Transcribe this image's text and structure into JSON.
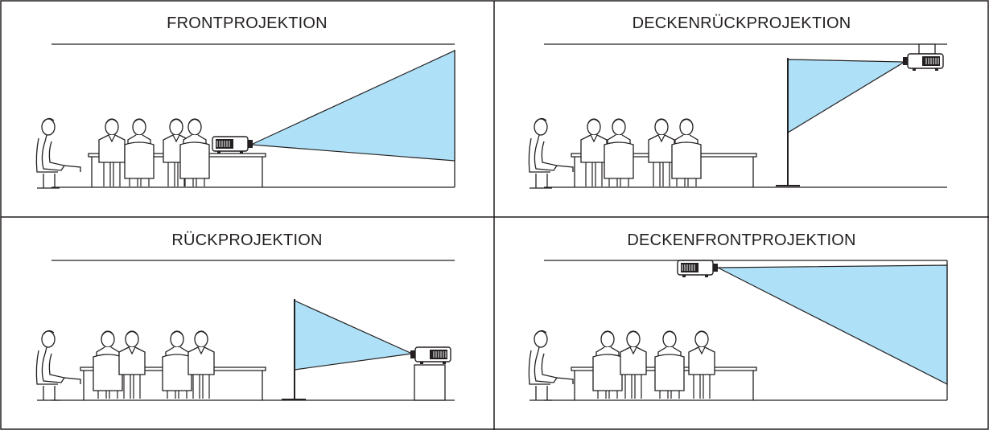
{
  "panels": [
    {
      "id": "front",
      "title": "FRONTPROJEKTION"
    },
    {
      "id": "ceiling_rear",
      "title": "DECKENRÜCKPROJEKTION"
    },
    {
      "id": "rear",
      "title": "RÜCKPROJEKTION"
    },
    {
      "id": "ceiling_front",
      "title": "DECKENFRONTPROJEKTION"
    }
  ],
  "colors": {
    "beam": "#aee1f7",
    "line": "#231f20",
    "background": "#ffffff"
  },
  "icons": [
    "person-seated-icon",
    "chair-icon",
    "table-icon",
    "projector-icon",
    "screen-icon",
    "projection-beam-icon"
  ]
}
